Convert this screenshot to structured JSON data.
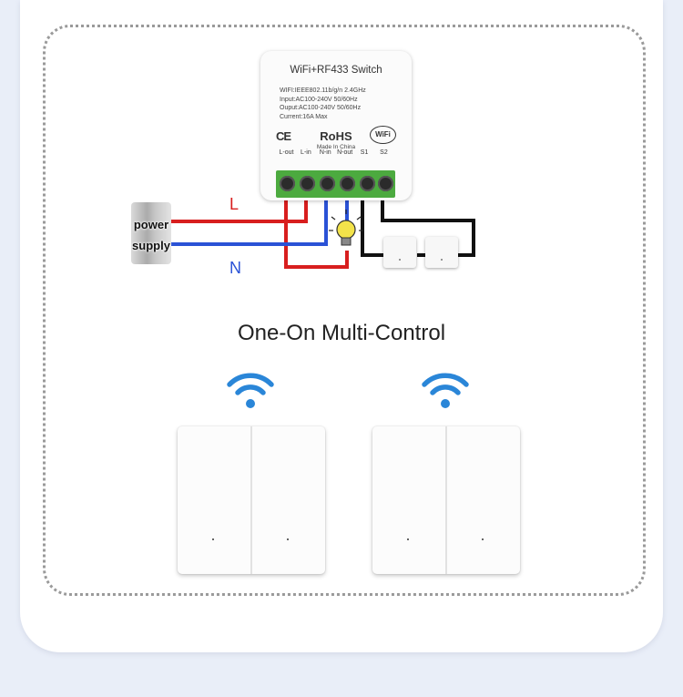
{
  "module": {
    "title": "WiFi+RF433   Switch",
    "specs": [
      "WIFI:IEEE802.11b/g/n 2.4GHz",
      "Input:AC100-240V 50/60Hz",
      "Ouput:AC100-240V 50/60Hz",
      "Current:16A Max"
    ],
    "ce": "CE",
    "rohs": "RoHS",
    "made_in": "Made In China",
    "wifi_logo": "WiFi",
    "terminals": [
      "L-out",
      "L-in",
      "N-in",
      "N-out",
      "S1",
      "S2"
    ]
  },
  "wiring": {
    "power_line1": "power",
    "power_line2": "supply",
    "live_label": "L",
    "neutral_label": "N",
    "colors": {
      "live": "#d81e1e",
      "neutral": "#2a52d6",
      "switch": "#111111",
      "terminal": "#4caa3f"
    }
  },
  "heading": "One-On Multi-Control",
  "icons": [
    "wifi-icon",
    "bulb-icon"
  ]
}
